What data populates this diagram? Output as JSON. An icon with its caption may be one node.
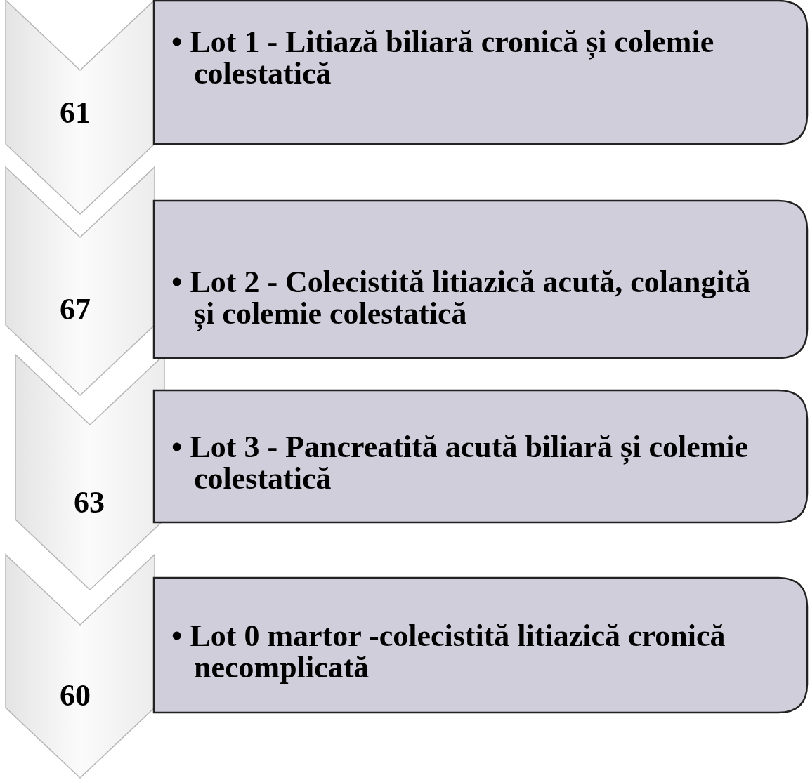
{
  "diagram": {
    "nodes": [
      {
        "text": [
          "61"
        ]
      },
      {
        "text": [
          "• Lot 1 - Litiază biliară cronică și colemie colestatică"
        ]
      },
      {
        "text": [
          "67"
        ]
      },
      {
        "text": [
          "• Lot 2 - Colecistită litiazică acută, colangită  și colemie colestatică"
        ]
      },
      {
        "text": [
          "63"
        ]
      },
      {
        "text": [
          "• Lot 3 - Pancreatită acută biliară și colemie colestatică"
        ]
      },
      {
        "text": [
          "60"
        ]
      },
      {
        "text": [
          "• Lot 0 martor -colecistită litiazică cronică necomplicată"
        ]
      }
    ]
  }
}
